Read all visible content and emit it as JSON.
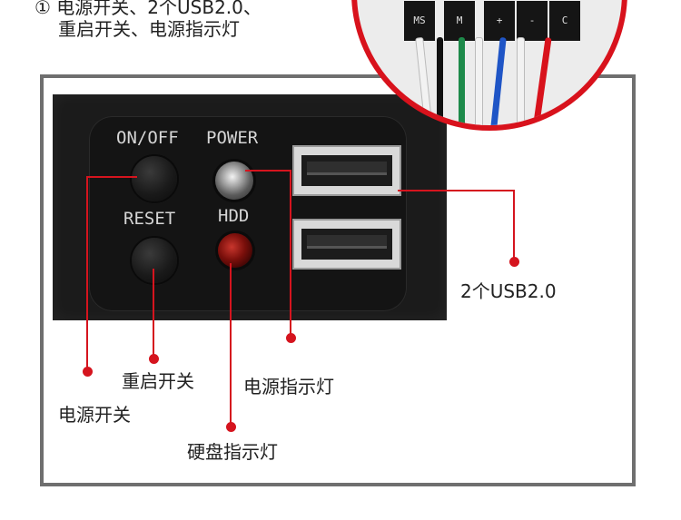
{
  "intro": {
    "line1": "① 电源开关、2个USB2.0、",
    "line2": "重启开关、电源指示灯"
  },
  "panel": {
    "onoff_label": "ON/OFF",
    "power_label": "POWER",
    "reset_label": "RESET",
    "hdd_label": "HDD"
  },
  "callouts": {
    "usb": "2个USB2.0",
    "power_led": "电源指示灯",
    "reset_switch": "重启开关",
    "power_switch": "电源开关",
    "hdd_led": "硬盘指示灯"
  },
  "zoom": {
    "connector_labels": [
      "MS",
      "M",
      "+",
      "-",
      "C"
    ]
  },
  "colors": {
    "callout_red": "#d5141e",
    "frame_gray": "#6f6f6f",
    "panel_black": "#1b1b1b"
  }
}
